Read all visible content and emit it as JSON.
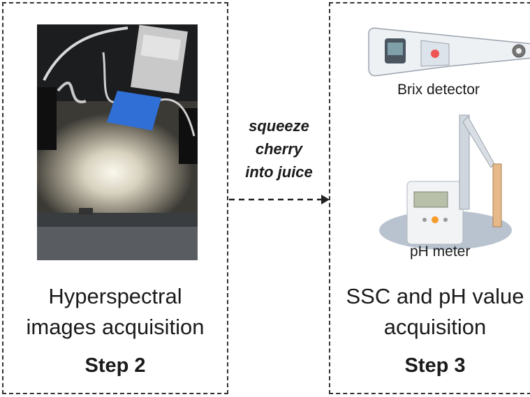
{
  "step2": {
    "caption_line1": "Hyperspectral",
    "caption_line2": "images acquisition",
    "step_label": "Step 2"
  },
  "step3": {
    "caption_line1": "SSC and pH value",
    "caption_line2": "acquisition",
    "step_label": "Step 3",
    "brix_label": "Brix detector",
    "ph_label": "pH meter"
  },
  "process": {
    "line1": "squeeze",
    "line2": "cherry",
    "line3": "into juice"
  },
  "colors": {
    "dashed_border": "#333333",
    "sample_tray": "#2f6fd6"
  },
  "icons": [
    "hyperspectral-camera-photo",
    "brix-detector-photo",
    "ph-meter-photo",
    "dashed-arrow-icon"
  ]
}
